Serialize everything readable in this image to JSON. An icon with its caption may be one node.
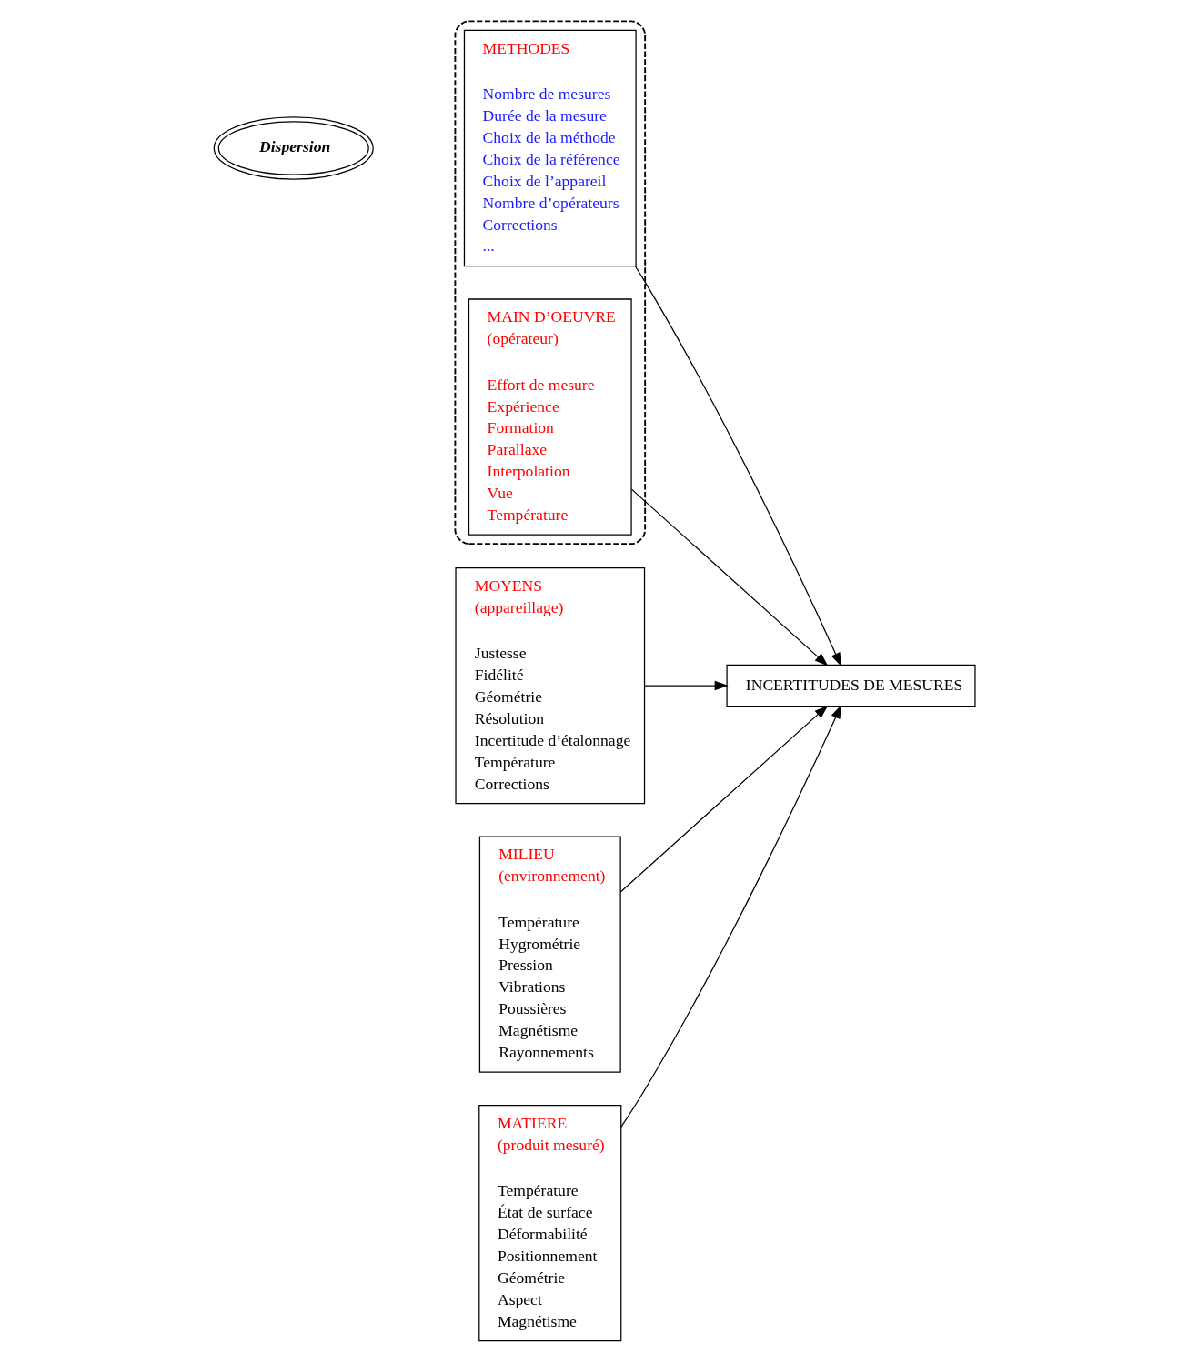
{
  "diagram": {
    "nodes": [
      {
        "text": [
          "Dispersion"
        ]
      },
      {
        "text": [],
        "shape": "box"
      },
      {
        "text": [
          "METHODES",
          "Nombre de mesures",
          "Durée de la mesure",
          "Choix de la méthode",
          "Choix de la référence",
          "Choix de l’appareil",
          "Nombre d’opérateurs",
          "Corrections",
          "..."
        ],
        "in": 1
      },
      {
        "text": [
          "MAIN D’OEUVRE",
          "(opérateur)",
          "Effort de mesure",
          "Expérience",
          "Formation",
          "Parallaxe",
          "Interpolation",
          "Vue",
          "Température"
        ],
        "in": 1
      },
      {
        "text": [
          "MOYENS",
          "(appareillage)",
          "Justesse",
          "Fidélité",
          "Géométrie",
          "Résolution",
          "Incertitude d’étalonnage",
          "Température",
          "Corrections"
        ]
      },
      {
        "text": [
          "MILIEU",
          "(environnement)",
          "Température",
          "Hygrométrie",
          "Pression",
          "Vibrations",
          "Poussières",
          "Magnétisme",
          "Rayonnements"
        ]
      },
      {
        "text": [
          "MATIERE",
          "(produit mesuré)",
          "Température",
          "État de surface",
          "Déformabilité",
          "Positionnement",
          "Géométrie",
          "Aspect",
          "Magnétisme"
        ]
      },
      {
        "text": [
          "INCERTITUDES DE MESURES"
        ]
      }
    ],
    "edges": [
      {
        "from": 2,
        "to": 7,
        "arrow": "to"
      },
      {
        "from": 3,
        "to": 7,
        "arrow": "to"
      },
      {
        "from": 4,
        "to": 7,
        "arrow": "to"
      },
      {
        "from": 5,
        "to": 7,
        "arrow": "to"
      },
      {
        "from": 6,
        "to": 7,
        "arrow": "to"
      }
    ]
  }
}
